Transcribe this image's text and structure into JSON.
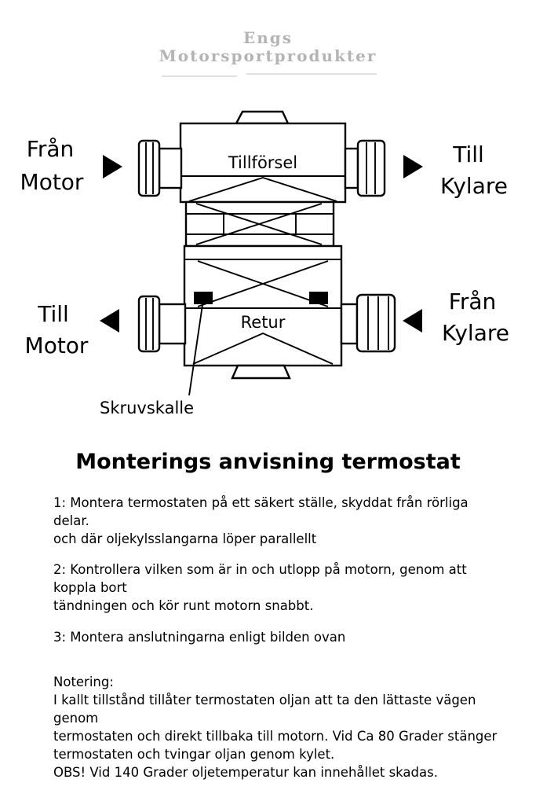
{
  "page": {
    "background": "#ffffff",
    "text_color": "#000000"
  },
  "header": {
    "brand_line1": "Engs",
    "brand_line2": "Motorsportprodukter",
    "brand_color": "#b4b4b4"
  },
  "diagram": {
    "labels": {
      "from_motor_line1": "Från",
      "from_motor_line2": "Motor",
      "to_cooler_line1": "Till",
      "to_cooler_line2": "Kylare",
      "to_motor_line1": "Till",
      "to_motor_line2": "Motor",
      "from_cooler_line1": "Från",
      "from_cooler_line2": "Kylare",
      "supply": "Tillförsel",
      "return": "Retur",
      "screw_head": "Skruvskalle"
    }
  },
  "content": {
    "heading": "Monterings anvisning termostat",
    "step1": "1: Montera termostaten på ett säkert ställe, skyddat från rörliga delar.\noch där oljekylsslangarna löper parallellt",
    "step2": "2: Kontrollera vilken som är in och utlopp på motorn, genom att koppla bort\ntändningen och kör runt motorn snabbt.",
    "step3": "3: Montera anslutningarna enligt bilden ovan",
    "note": "Notering:\nI kallt tillstånd tillåter termostaten oljan att ta den lättaste vägen genom\ntermostaten och direkt tillbaka till motorn. Vid Ca 80 Grader stänger\ntermostaten och tvingar oljan genom kylet.\nOBS! Vid 140 Grader oljetemperatur kan innehållet skadas."
  }
}
